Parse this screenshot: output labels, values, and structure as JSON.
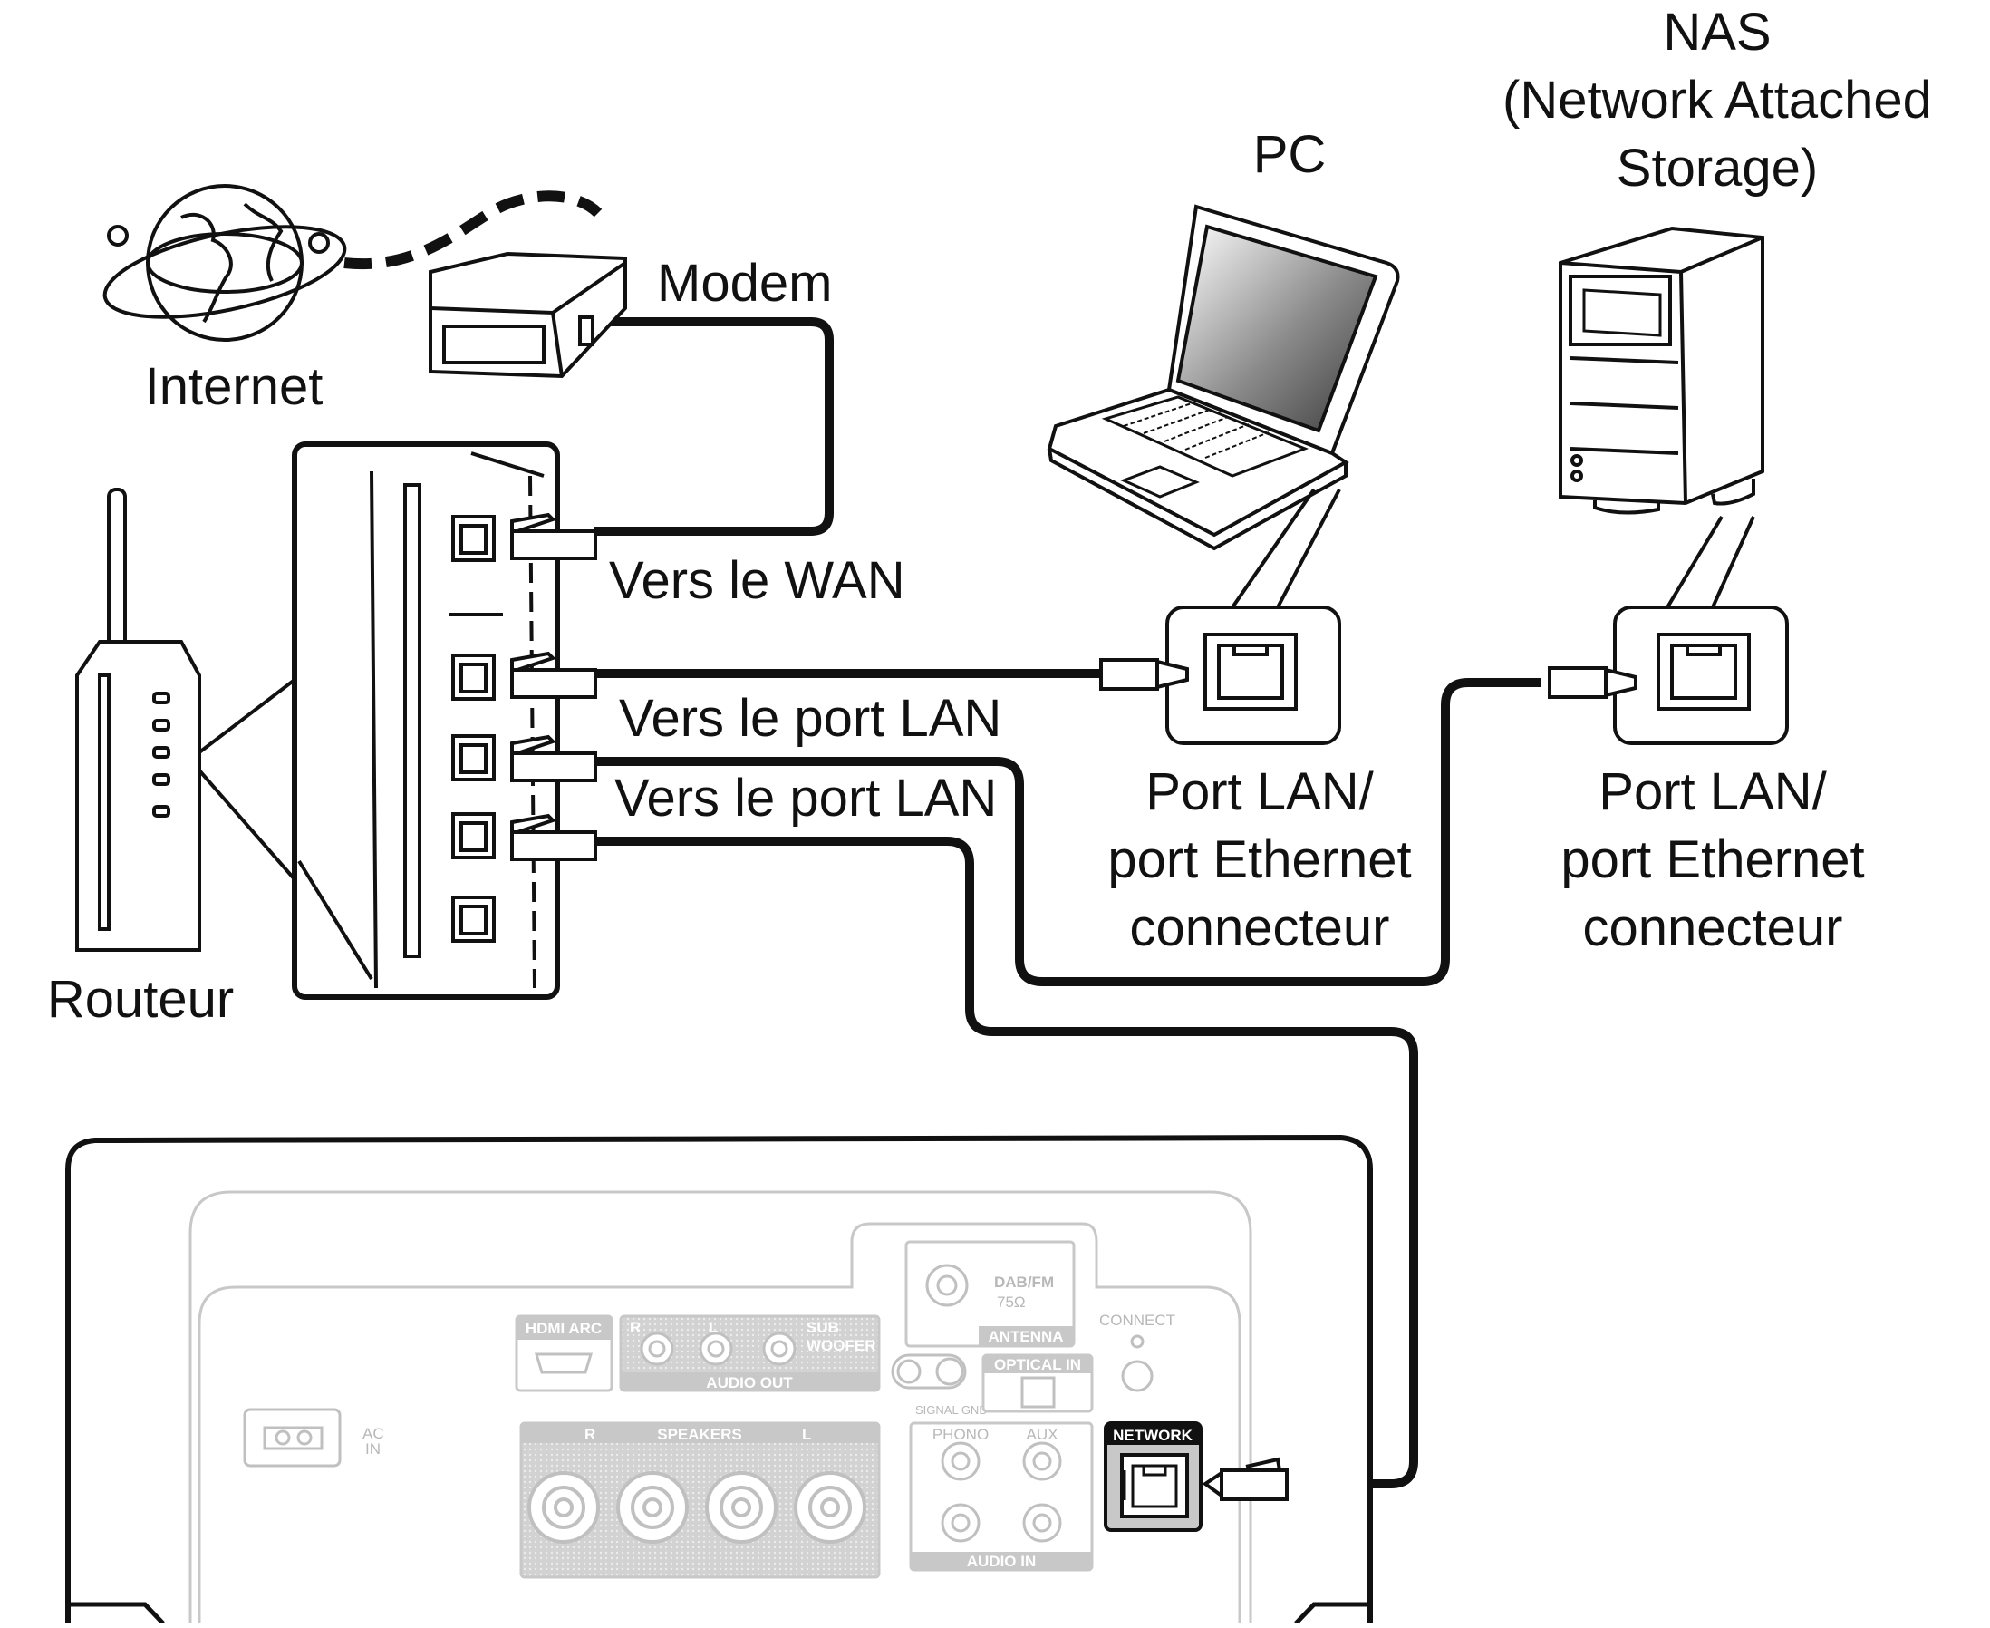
{
  "labels": {
    "nas": "NAS",
    "nas_full_1": "(Network Attached",
    "nas_full_2": "Storage)",
    "pc": "PC",
    "modem": "Modem",
    "internet": "Internet",
    "router": "Routeur",
    "to_wan": "Vers le WAN",
    "to_lan_1": "Vers le port LAN",
    "to_lan_2": "Vers le port LAN",
    "pc_port_1": "Port LAN/",
    "pc_port_2": "port Ethernet",
    "pc_port_3": "connecteur",
    "nas_port_1": "Port LAN/",
    "nas_port_2": "port Ethernet",
    "nas_port_3": "connecteur"
  },
  "rear_panel": {
    "hdmi_arc": "HDMI ARC",
    "audio_out": "AUDIO OUT",
    "sub_woofer_1": "SUB",
    "sub_woofer_2": "WOOFER",
    "ch_r": "R",
    "ch_l": "L",
    "speakers": "SPEAKERS",
    "antenna": "ANTENNA",
    "dab_fm": "DAB/FM",
    "ohm": "75Ω",
    "connect": "CONNECT",
    "optical_in": "OPTICAL IN",
    "signal_gnd": "SIGNAL GND",
    "phono": "PHONO",
    "aux": "AUX",
    "audio_in": "AUDIO IN",
    "ac_in_1": "AC",
    "ac_in_2": "IN",
    "network": "NETWORK"
  },
  "colors": {
    "line": "#111111",
    "panel_gray": "#c8c8c8",
    "network_badge": "#111111"
  }
}
